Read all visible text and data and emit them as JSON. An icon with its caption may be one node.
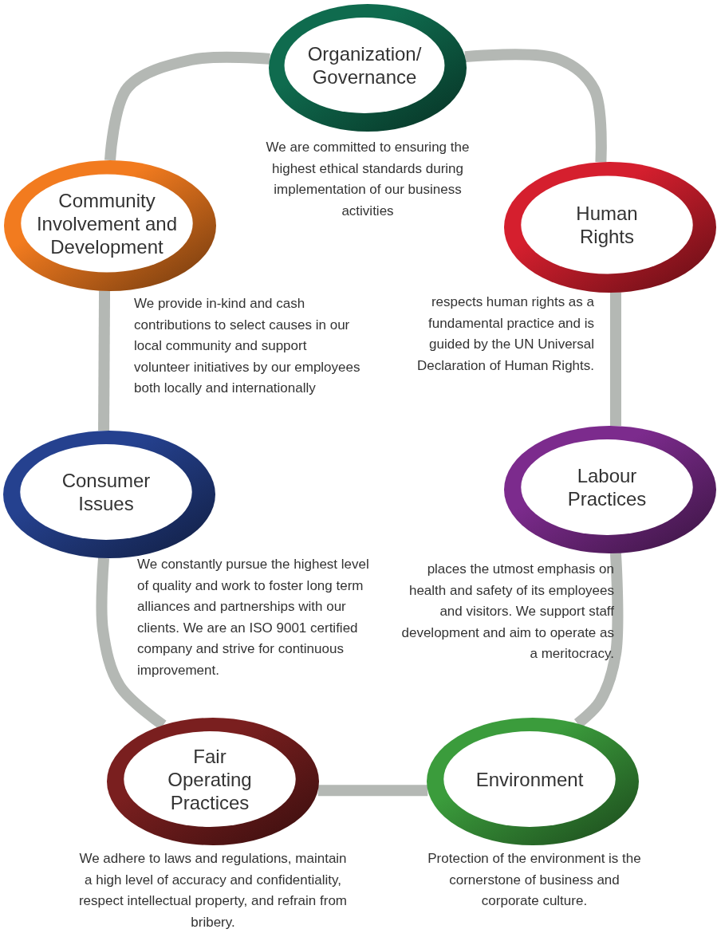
{
  "diagram": {
    "nodes": [
      {
        "text": [
          "Organization/ Governance"
        ],
        "beside": [
          "We are committed to ensuring the highest ethical standards during implementation of our business activities"
        ]
      },
      {
        "text": [
          "Community Involvement and Development"
        ],
        "beside": [
          "We provide in-kind and cash contributions to select causes in our local community and support volunteer initiatives by our employees both locally and internationally"
        ]
      },
      {
        "text": [
          "Human Rights"
        ],
        "beside": [
          "respects human rights as a fundamental practice and is guided by the UN Universal Declaration of Human Rights."
        ]
      },
      {
        "text": [
          "Consumer Issues"
        ],
        "beside": [
          "We constantly pursue the highest level of quality and work to foster long term alliances and partnerships with our clients. We are an ISO 9001 certified company and strive for continuous improvement."
        ]
      },
      {
        "text": [
          "Labour Practices"
        ],
        "beside": [
          "places the utmost emphasis on health and safety of its employees and visitors. We support staff development and aim to operate as a meritocracy."
        ]
      },
      {
        "text": [
          "Fair Operating Practices"
        ],
        "beside": [
          "We adhere to laws and regulations, maintain a high level of accuracy and confidentiality, respect intellectual property, and refrain from bribery."
        ]
      },
      {
        "text": [
          "Environment"
        ],
        "beside": [
          "Protection of the environment is the cornerstone of business and corporate culture."
        ]
      }
    ],
    "edges": [
      {
        "from": 0,
        "to": 2,
        "arrow": "none"
      },
      {
        "from": 2,
        "to": 4,
        "arrow": "none"
      },
      {
        "from": 4,
        "to": 6,
        "arrow": "none"
      },
      {
        "from": 6,
        "to": 5,
        "arrow": "none"
      },
      {
        "from": 5,
        "to": 3,
        "arrow": "none"
      },
      {
        "from": 3,
        "to": 1,
        "arrow": "none"
      },
      {
        "from": 1,
        "to": 0,
        "arrow": "none"
      }
    ]
  }
}
